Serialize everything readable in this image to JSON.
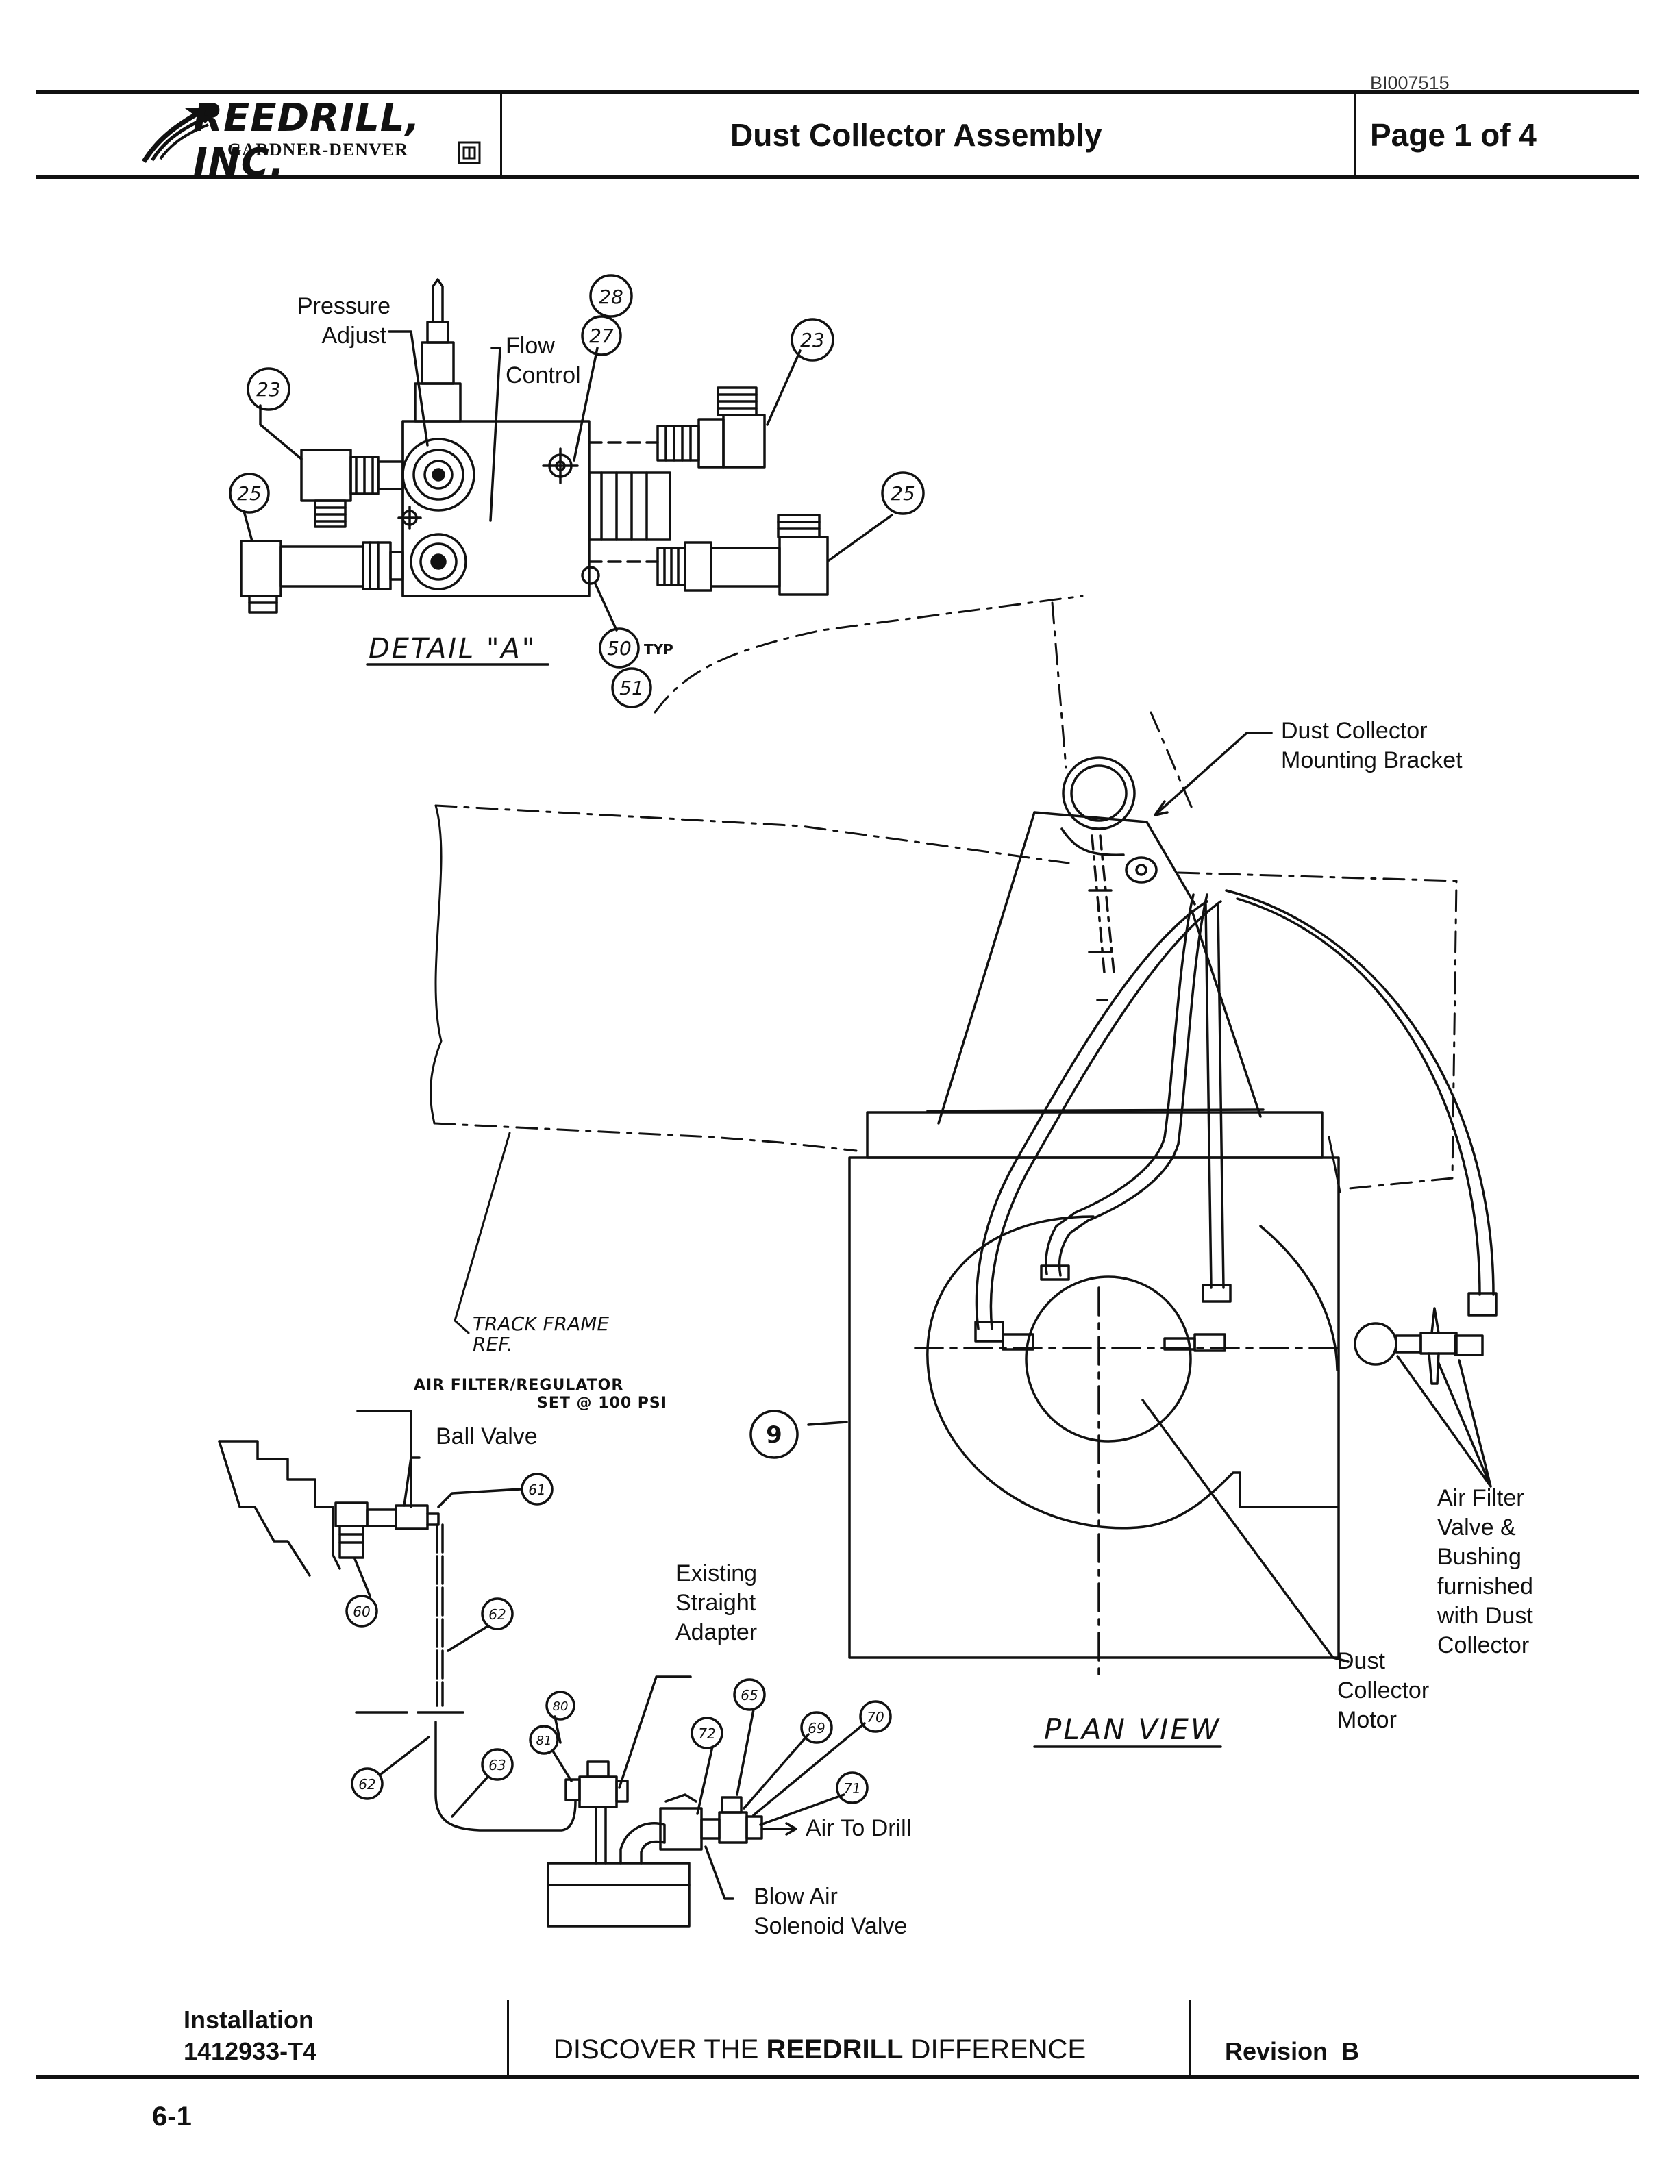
{
  "header": {
    "doc_code": "BI007515",
    "company": "REEDRILL, INC.",
    "subsidiary": "GARDNER-DENVER",
    "title": "Dust Collector Assembly",
    "page": "Page 1 of 4"
  },
  "detail_a": {
    "title": "DETAIL \"A\"",
    "pressure_adjust": [
      "Pressure",
      "Adjust"
    ],
    "flow_control": [
      "Flow",
      "Control"
    ],
    "typ": "TYP",
    "callouts": [
      "28",
      "27",
      "23",
      "23",
      "25",
      "25",
      "50",
      "51"
    ]
  },
  "plan_view": {
    "title": "PLAN VIEW",
    "mounting_bracket": [
      "Dust Collector",
      "Mounting Bracket"
    ],
    "track_frame": [
      "TRACK FRAME",
      "REF."
    ],
    "air_filter_valve": [
      "Air Filter",
      "Valve &",
      "Bushing",
      "furnished",
      "with Dust",
      "Collector"
    ],
    "motor": [
      "Dust",
      "Collector",
      "Motor"
    ],
    "callout_9": "9"
  },
  "piping": {
    "air_filter_regulator": [
      "AIR FILTER/REGULATOR",
      "SET @ 100 PSI"
    ],
    "ball_valve": "Ball Valve",
    "existing_adapter": [
      "Existing",
      "Straight",
      "Adapter"
    ],
    "air_to_drill": "Air To Drill",
    "blow_air": [
      "Blow Air",
      "Solenoid Valve"
    ],
    "callouts": [
      "61",
      "60",
      "62",
      "63",
      "65",
      "69",
      "70",
      "71",
      "72",
      "80",
      "81",
      "62"
    ]
  },
  "footer": {
    "install_label": "Installation",
    "part_no": "1412933-T4",
    "slogan_pre": "DISCOVER THE ",
    "slogan_brand": "REEDRILL",
    "slogan_post": " DIFFERENCE",
    "revision_label": "Revision",
    "revision_value": "B",
    "page_number": "6-1"
  }
}
